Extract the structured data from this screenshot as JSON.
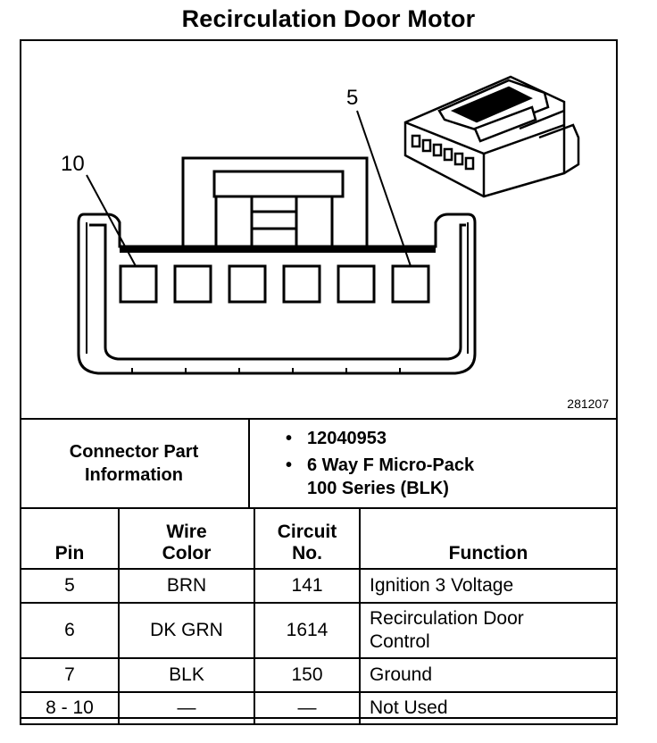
{
  "title": "Recirculation Door Motor",
  "diagram": {
    "pin_label_left": "10",
    "pin_label_right": "5",
    "reference_number": "281207"
  },
  "connector_info": {
    "label_line1": "Connector Part",
    "label_line2": "Information",
    "bullet": "•",
    "part_number": "12040953",
    "description_line1": "6 Way F Micro-Pack",
    "description_line2": "100 Series (BLK)"
  },
  "table": {
    "headers": {
      "pin": "Pin",
      "wire_color_line1": "Wire",
      "wire_color_line2": "Color",
      "circuit_line1": "Circuit",
      "circuit_line2": "No.",
      "function": "Function"
    },
    "rows": [
      {
        "pin": "5",
        "wire_color": "BRN",
        "circuit": "141",
        "function_line1": "Ignition 3 Voltage",
        "function_line2": ""
      },
      {
        "pin": "6",
        "wire_color": "DK GRN",
        "circuit": "1614",
        "function_line1": "Recirculation Door",
        "function_line2": "Control"
      },
      {
        "pin": "7",
        "wire_color": "BLK",
        "circuit": "150",
        "function_line1": "Ground",
        "function_line2": ""
      },
      {
        "pin": "8 - 10",
        "wire_color": "—",
        "circuit": "—",
        "function_line1": "Not Used",
        "function_line2": ""
      }
    ]
  }
}
